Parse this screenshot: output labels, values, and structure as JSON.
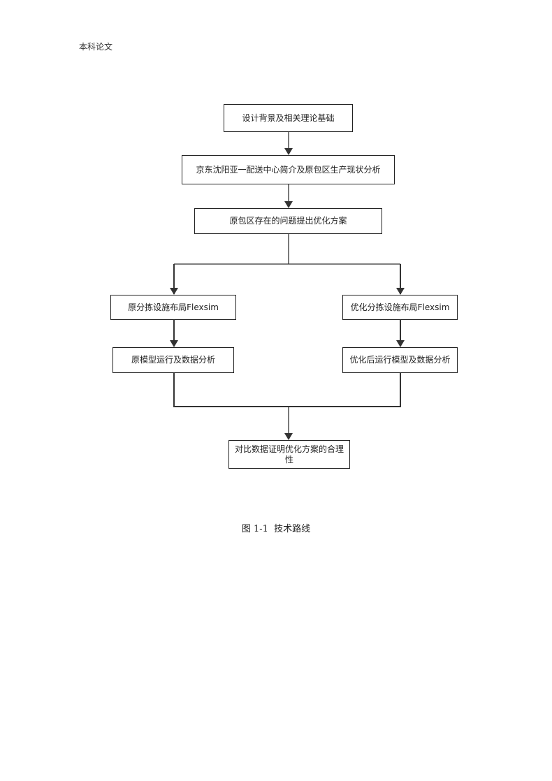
{
  "header": {
    "text": "本科论文"
  },
  "flowchart": {
    "nodes": [
      {
        "id": "n1",
        "label": "设计背景及相关理论基础"
      },
      {
        "id": "n2",
        "label": "京东沈阳亚一配送中心简介及原包区生产现状分析"
      },
      {
        "id": "n3",
        "label": "原包区存在的问题提出优化方案"
      },
      {
        "id": "n4",
        "label": "原分拣设施布局Flexsim"
      },
      {
        "id": "n5",
        "label": "优化分拣设施布局Flexsim"
      },
      {
        "id": "n6",
        "label": "原模型运行及数据分析"
      },
      {
        "id": "n7",
        "label": "优化后运行模型及数据分析"
      },
      {
        "id": "n8",
        "label": "对比数据证明优化方案的合理性"
      }
    ],
    "edges": [
      {
        "from": "n1",
        "to": "n2"
      },
      {
        "from": "n2",
        "to": "n3"
      },
      {
        "from": "n3",
        "to": "n4"
      },
      {
        "from": "n3",
        "to": "n5"
      },
      {
        "from": "n4",
        "to": "n6"
      },
      {
        "from": "n5",
        "to": "n7"
      },
      {
        "from": "n6",
        "to": "n8"
      },
      {
        "from": "n7",
        "to": "n8"
      }
    ]
  },
  "caption": {
    "text": "图 1-1  技术路线"
  },
  "colors": {
    "line": "#222222",
    "node_border": "#222222",
    "background": "#ffffff"
  }
}
